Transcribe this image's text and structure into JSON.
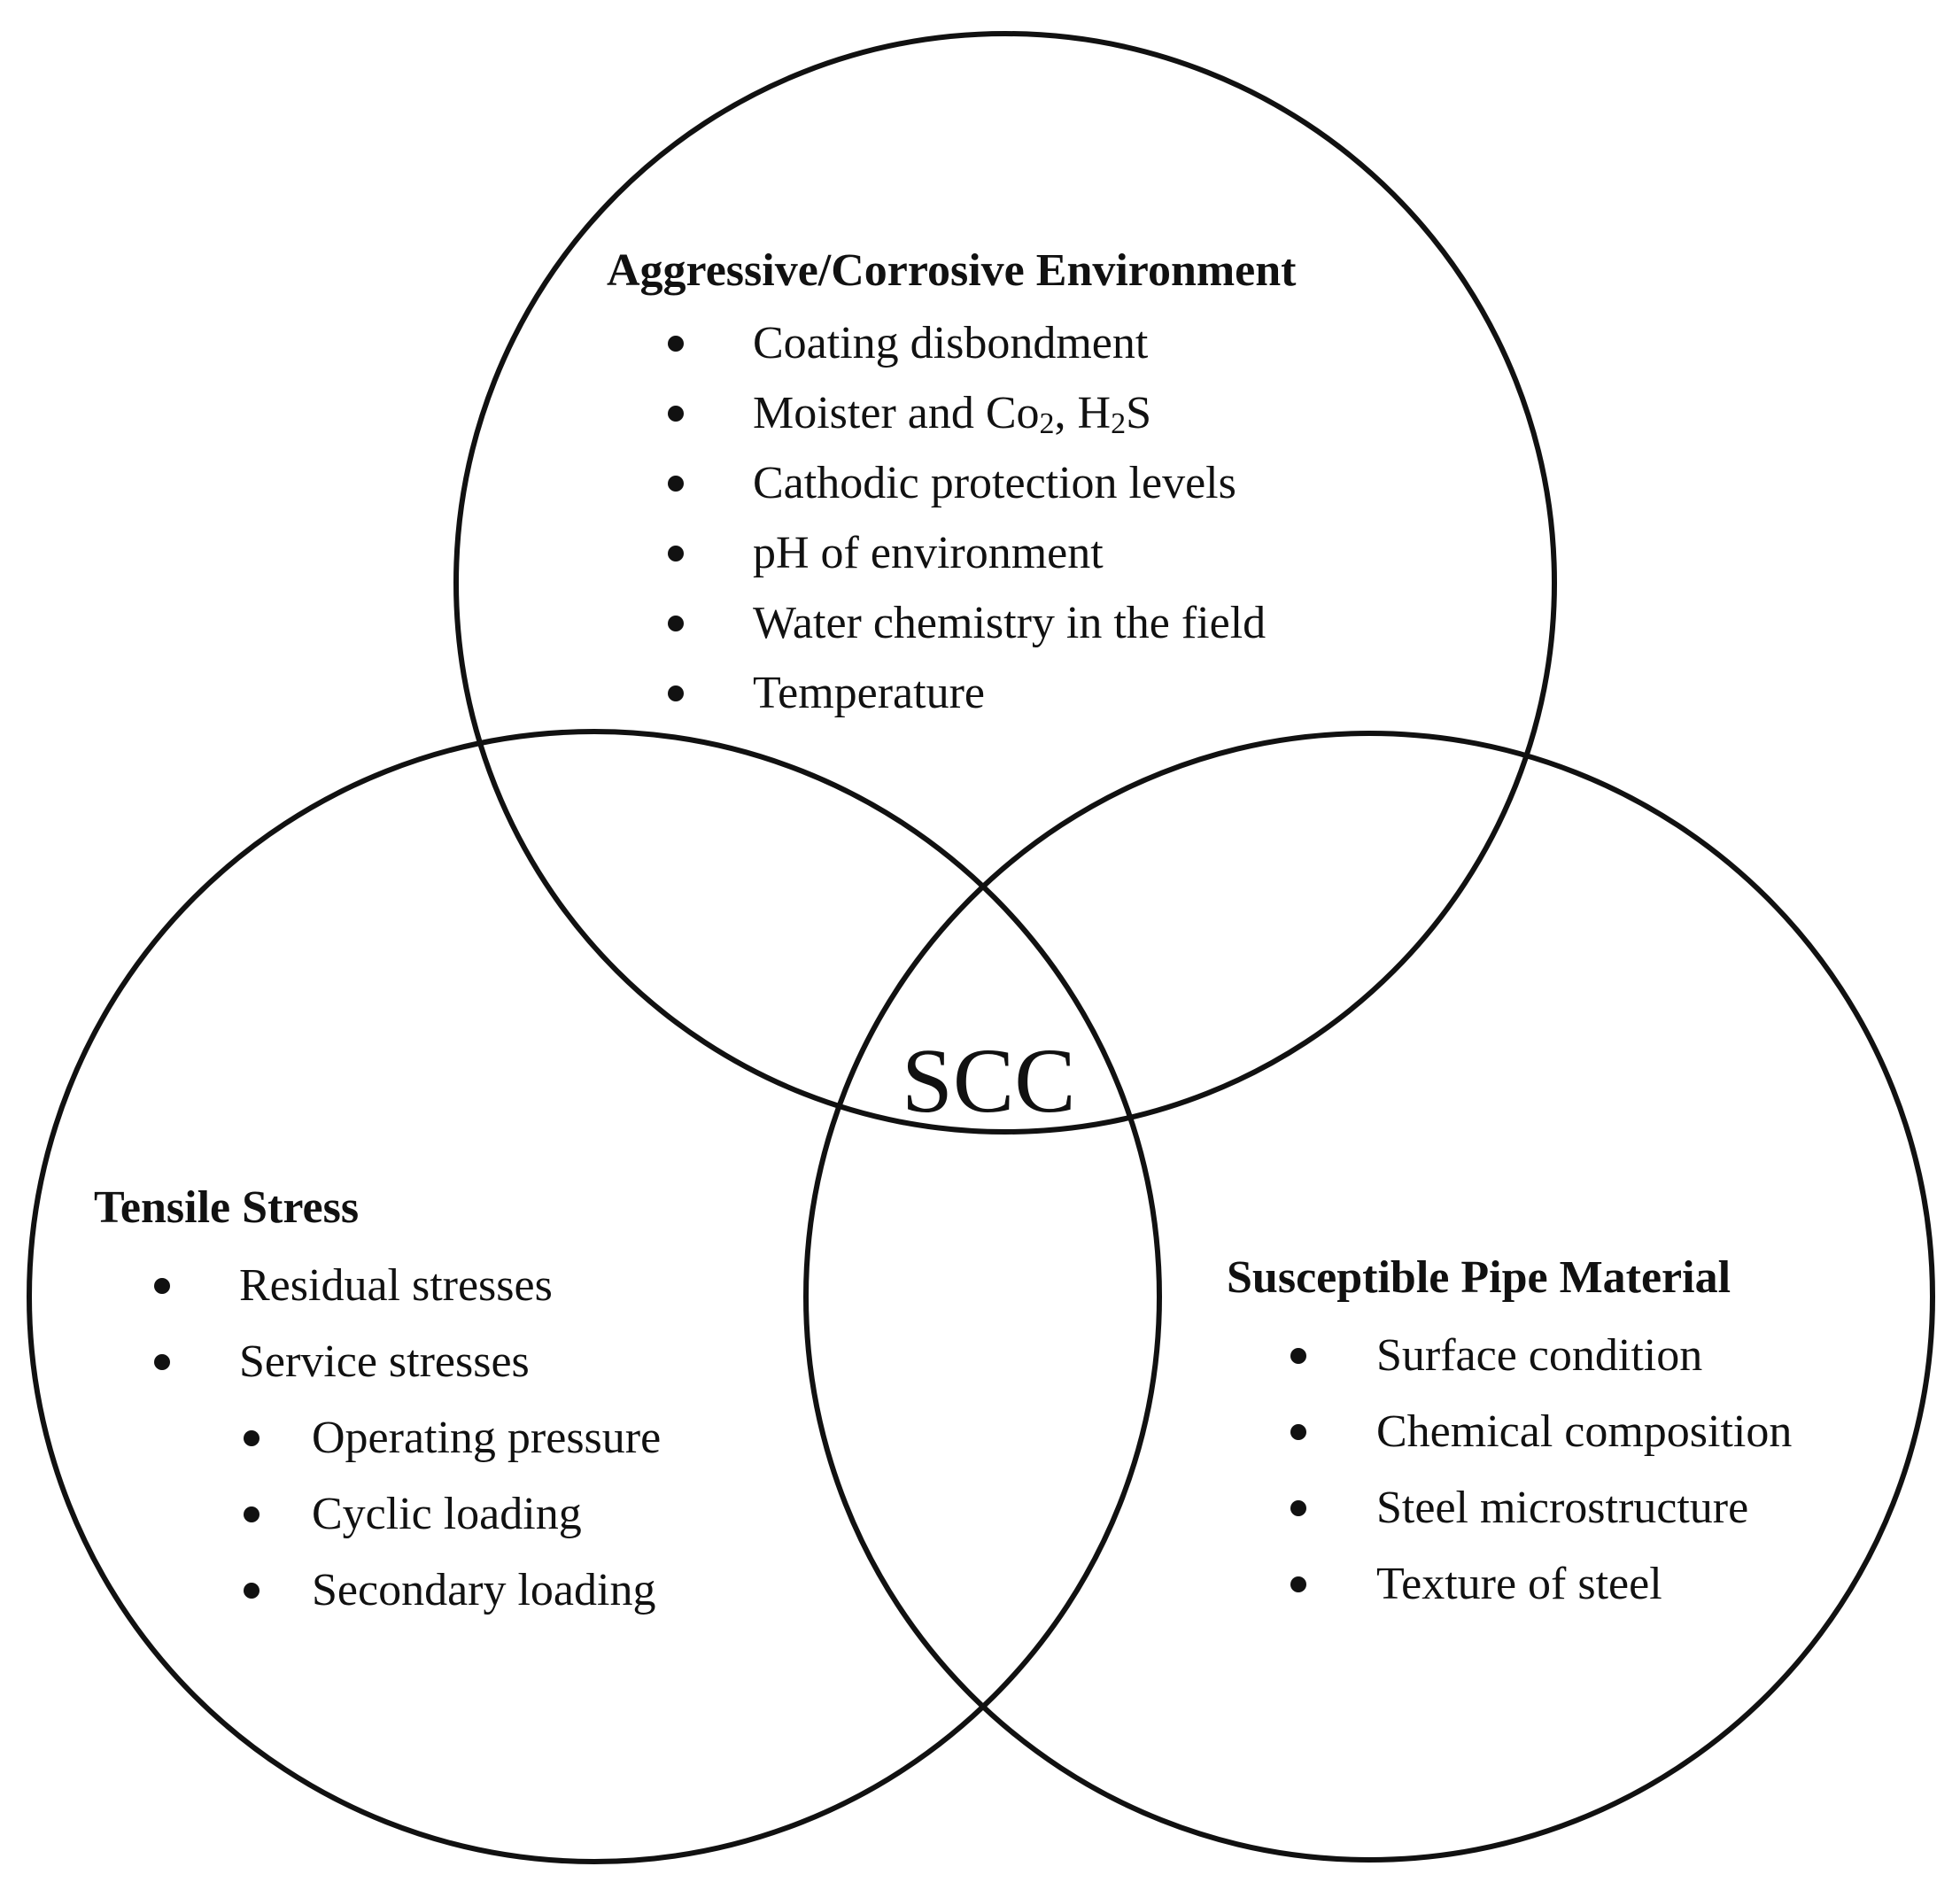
{
  "center_label": "SCC",
  "circles": {
    "environment": {
      "title": "Aggressive/Corrosive Environment",
      "items": [
        "Coating disbondment",
        "Moister and Co2, H2S",
        "Cathodic protection levels",
        "pH of environment",
        "Water chemistry in the field",
        "Temperature"
      ]
    },
    "stress": {
      "title": "Tensile Stress",
      "items": [
        "Residual stresses",
        "Service stresses",
        "Operating pressure",
        "Cyclic loading",
        "Secondary loading"
      ]
    },
    "material": {
      "title": "Susceptible Pipe Material",
      "items": [
        "Surface condition",
        "Chemical composition",
        "Steel microstructure",
        "Texture of steel"
      ]
    }
  },
  "colors": {
    "stroke": "#111111",
    "background": "#ffffff"
  }
}
